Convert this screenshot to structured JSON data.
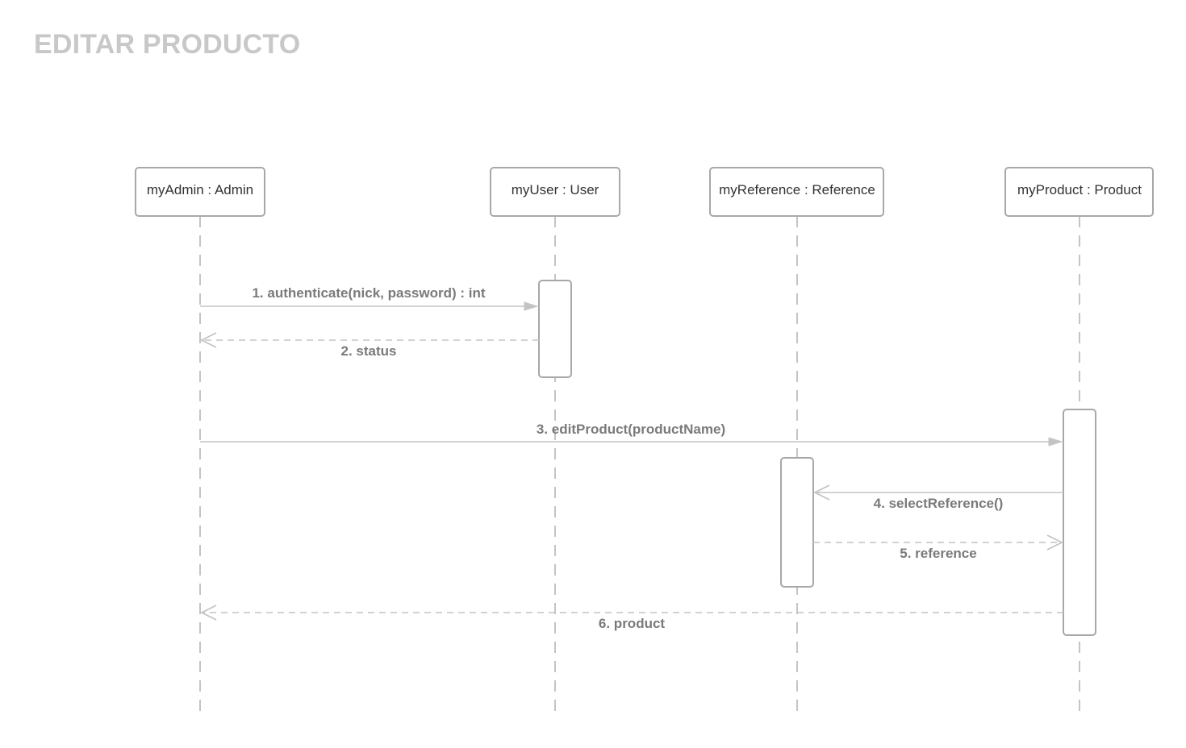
{
  "title": "EDITAR PRODUCTO",
  "participants": [
    {
      "id": "admin",
      "label": "myAdmin : Admin"
    },
    {
      "id": "user",
      "label": "myUser : User"
    },
    {
      "id": "reference",
      "label": "myReference : Reference"
    },
    {
      "id": "product",
      "label": "myProduct : Product"
    }
  ],
  "messages": [
    {
      "number": 1,
      "label": "1. authenticate(nick, password) : int",
      "from": "admin",
      "to": "user",
      "kind": "synchronous call"
    },
    {
      "number": 2,
      "label": "2. status",
      "from": "user",
      "to": "admin",
      "kind": "return"
    },
    {
      "number": 3,
      "label": "3. editProduct(productName)",
      "from": "admin",
      "to": "product",
      "kind": "synchronous call"
    },
    {
      "number": 4,
      "label": "4. selectReference()",
      "from": "product",
      "to": "reference",
      "kind": "asynchronous call"
    },
    {
      "number": 5,
      "label": "5. reference",
      "from": "reference",
      "to": "product",
      "kind": "return"
    },
    {
      "number": 6,
      "label": "6. product",
      "from": "product",
      "to": "admin",
      "kind": "return"
    }
  ],
  "colors": {
    "title": "#c8c8c8",
    "box_border": "#a8a8a8",
    "line": "#c4c4c4",
    "participant_text": "#333333",
    "message_text": "#7a7a7a"
  }
}
